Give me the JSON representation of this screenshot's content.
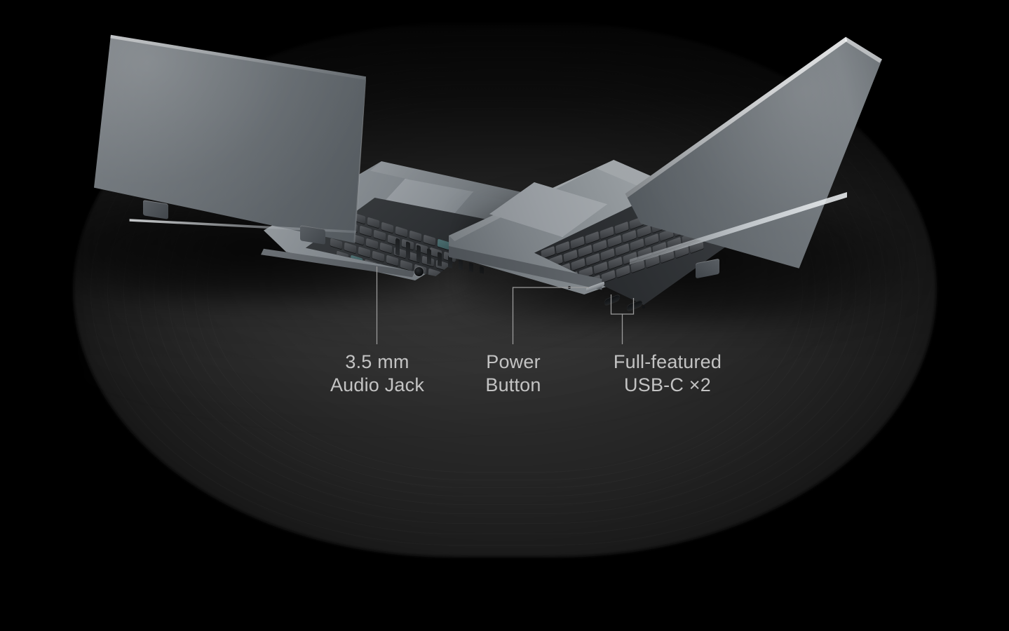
{
  "scene": {
    "title": "Laptop port callout diagram",
    "background_color": "#000000",
    "surface_color": "#2a2a2a",
    "device_body_color": "#6f757a",
    "keyboard_color": "#2e3134",
    "accent_key_color": "#3b595c",
    "callout_line_color": "#9b9b9b",
    "label_text_color": "#c3c3c3"
  },
  "devices": [
    {
      "name": "laptop-left",
      "view": "rear three-quarter, lid open",
      "lid_color": "#6f757a",
      "visible_parts": [
        "lid",
        "hinge",
        "keyboard",
        "trackpad",
        "speaker-grille",
        "audio-jack"
      ]
    },
    {
      "name": "laptop-right",
      "view": "front three-quarter, lid open",
      "lid_color": "#6f757a",
      "visible_parts": [
        "lid",
        "hinge",
        "keyboard",
        "trackpad",
        "power-button",
        "usb-c-port",
        "usb-c-port",
        "microphone"
      ]
    }
  ],
  "callouts": [
    {
      "id": "audio-jack",
      "label": "3.5 mm\nAudio Jack",
      "line_1": "3.5 mm",
      "line_2": "Audio Jack",
      "leader": "single-vertical"
    },
    {
      "id": "power-button",
      "label": "Power\nButton",
      "line_1": "Power",
      "line_2": "Button",
      "leader": "elbow"
    },
    {
      "id": "usb-c",
      "label": "Full-featured\nUSB-C ×2",
      "line_1": "Full-featured",
      "line_2": "USB-C ×2",
      "leader": "bracket-two-ports",
      "quantity": 2
    }
  ]
}
